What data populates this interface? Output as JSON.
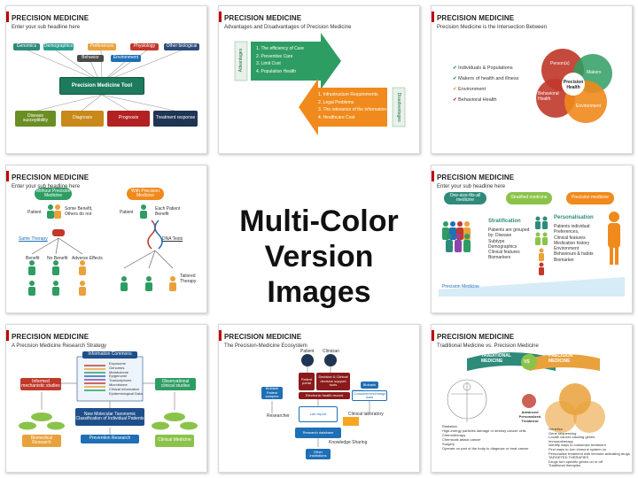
{
  "center": {
    "line1": "Multi-Color",
    "line2": "Version Images"
  },
  "slides": [
    {
      "title": "PRECISION MEDICINE",
      "subtitle": "Enter your sub headline here",
      "inputs": [
        "Genomics",
        "Demographics",
        "Preferences",
        "Physiology",
        "Other biological"
      ],
      "inputs2": [
        "Behavior",
        "Environment"
      ],
      "tool": "Precision Medicine Tool",
      "outputs": [
        "Disease susceptibility",
        "Diagnosis",
        "Prognosis",
        "Treatment response"
      ]
    },
    {
      "title": "PRECISION MEDICINE",
      "subtitle": "Advantages and Disadvantages of Precision Medicine",
      "adv_label": "Advantages",
      "adv": [
        "1. The efficiency of Care",
        "2. Preventive Care",
        "3. Limit Cost",
        "4. Population Health"
      ],
      "dis_label": "Disadvantages",
      "dis": [
        "1. Infrastructure Requirements",
        "2. Legal Problems",
        "3. The relevance of the information",
        "4. Healthcare Cost"
      ]
    },
    {
      "title": "PRECISION MEDICINE",
      "subtitle": "Precision Medicine is the Intersection Between",
      "checks": [
        "Individuals & Populations",
        "Makers of health and illness",
        "Environment",
        "Behavioral Health"
      ],
      "venn": [
        "Person(s)",
        "Makers",
        "Behavioral Health",
        "Environment"
      ],
      "venn_center": "Precision Health"
    },
    {
      "title": "PRECISION MEDICINE",
      "subtitle": "Enter your sub headline here",
      "without": "Without Precision Medicine",
      "with": "With Precision Medicine",
      "patient": "Patient",
      "some_benefit": "Some Benefit, Others do not",
      "each_benefit": "Each Patient Benefit",
      "same_therapy": "Same Therapy",
      "dna_tests": "DNA Tests",
      "outcomes": [
        "Benefit",
        "No Benefit",
        "Adverse Effects"
      ],
      "tailored": "Tailored Therapy"
    },
    {
      "title": "PRECISION MEDICINE",
      "subtitle": "Enter your sub headline here",
      "pills": [
        "One-size-fits-all medicine",
        "Stratified medicine",
        "Precision medicine"
      ],
      "stratification": "Stratification",
      "strat_text": [
        "Patients are grouped",
        "by: Disease",
        "Subtype",
        "Demographics",
        "Clinical features",
        "Biomarkers"
      ],
      "personalisation": "Personalisation",
      "pers_text": [
        "Patients individual:",
        "Preferences,",
        "Clinical features",
        "Medication history",
        "Environment",
        "Behaviours & habits",
        "Biomarker"
      ],
      "arrow_label": "Precision Medicine"
    },
    {
      "title": "PRECISION MEDICINE",
      "subtitle": "A Precision Medicine Research Strategy",
      "info_commons": "Information Commons",
      "info_list": [
        "Exposome",
        "Genomes",
        "Metabolome",
        "Epigenome",
        "Transcriptome",
        "Microbiome",
        "Clinical Information",
        "Epidemiological Data"
      ],
      "left": "Informed mechanistic studies",
      "right": "Observational clinical studies",
      "taxonomy": "New Molecular Taxonomic Classification of Individual Patients",
      "bottom_left": "Biomedical Research",
      "bottom_right": "Clinical Medicine",
      "bottom": "Prevention Research"
    },
    {
      "title": "PRECISION MEDICINE",
      "subtitle": "The Precision-Medicine Ecosystem",
      "roles": [
        "Patient",
        "Clinician"
      ],
      "boxes": [
        "Patient portal",
        "Decision & Clinical decision support tools",
        "Electronic health record",
        "Biobank Patient samples",
        "Lab report",
        "Biobank",
        "Consumer/exchange data",
        "Researcher",
        "Clinical laboratory",
        "Research database",
        "Knowledge Sharing",
        "Other institutions"
      ]
    },
    {
      "title": "PRECISION MEDICINE",
      "subtitle": "Traditional Medicine vs. Precision Medicine",
      "banner_left": "TRADITIONAL MEDICINE",
      "vs": "VS",
      "banner_right": "PRECISION MEDICINE",
      "center_label": "Advanced Personalized Treatment",
      "left_list": [
        "Radiation",
        "High-energy particles damage or destroy cancer cells",
        "Chemotherapy",
        "Chemicals attack cancer",
        "Surgery",
        "Operate on part of the body to diagnose or treat cancer"
      ],
      "right_list": [
        "Genetics",
        "Gene sequencing",
        "Locate cancer-causing genes",
        "Immunotherapy",
        "Identify ways to customize treatment",
        "Find ways to turn immune system on",
        "Personalize treatment with immune-activating drugs",
        "TARGETED THERAPIES",
        "Drugs turn specific genes on or off",
        "Traditional therapies"
      ]
    }
  ]
}
